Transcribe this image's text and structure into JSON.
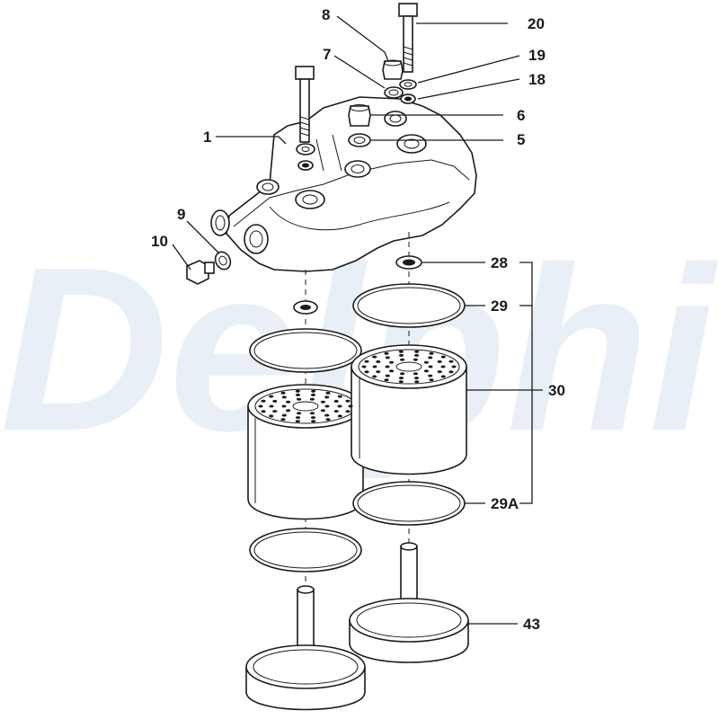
{
  "watermark": {
    "text": "Delphi",
    "color": "#e9eff6"
  },
  "callouts": {
    "c1": "1",
    "c5": "5",
    "c6": "6",
    "c7": "7",
    "c8": "8",
    "c9": "9",
    "c10": "10",
    "c18": "18",
    "c19": "19",
    "c20": "20",
    "c28": "28",
    "c29": "29",
    "c29a": "29A",
    "c30": "30",
    "c43": "43"
  }
}
